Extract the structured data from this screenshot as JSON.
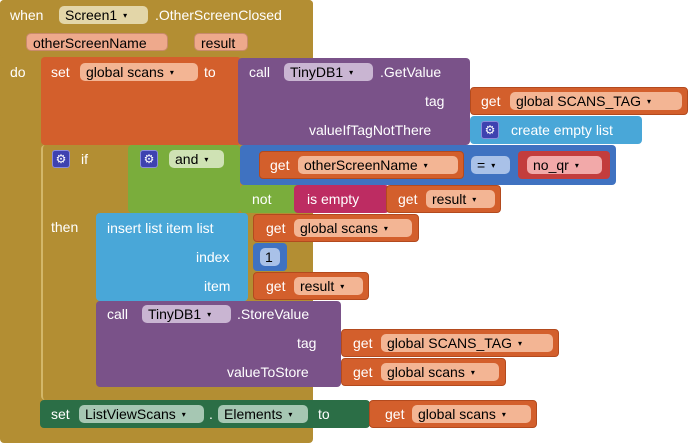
{
  "event": {
    "when": "when",
    "component": "Screen1",
    "event_name": ".OtherScreenClosed",
    "params": [
      "otherScreenName",
      "result"
    ],
    "do": "do"
  },
  "set_scans": {
    "set": "set",
    "var": "global scans",
    "to": "to"
  },
  "get_value": {
    "call": "call",
    "component": "TinyDB1",
    "method": ".GetValue",
    "tag_label": "tag",
    "tag_get": "get",
    "tag_var": "global SCANS_TAG",
    "default_label": "valueIfTagNotThere",
    "default_block": "create empty list"
  },
  "if_block": {
    "if": "if",
    "then": "then",
    "and": "and",
    "eq_get": "get",
    "eq_var": "otherScreenName",
    "eq_op": "=",
    "eq_text": "no_qr",
    "not": "not",
    "is_empty": "is empty",
    "empty_get": "get",
    "empty_var": "result"
  },
  "insert_item": {
    "label": "insert list item  list",
    "list_get": "get",
    "list_var": "global scans",
    "index_label": "index",
    "index_value": "1",
    "item_label": "item",
    "item_get": "get",
    "item_var": "result"
  },
  "store_value": {
    "call": "call",
    "component": "TinyDB1",
    "method": ".StoreValue",
    "tag_label": "tag",
    "tag_get": "get",
    "tag_var": "global SCANS_TAG",
    "value_label": "valueToStore",
    "value_get": "get",
    "value_var": "global scans"
  },
  "set_elements": {
    "set": "set",
    "component": "ListViewScans",
    "dot": ".",
    "property": "Elements",
    "to": "to",
    "get": "get",
    "var": "global scans"
  },
  "dropdown_arrow": "▾",
  "gear_icon": "⚙"
}
